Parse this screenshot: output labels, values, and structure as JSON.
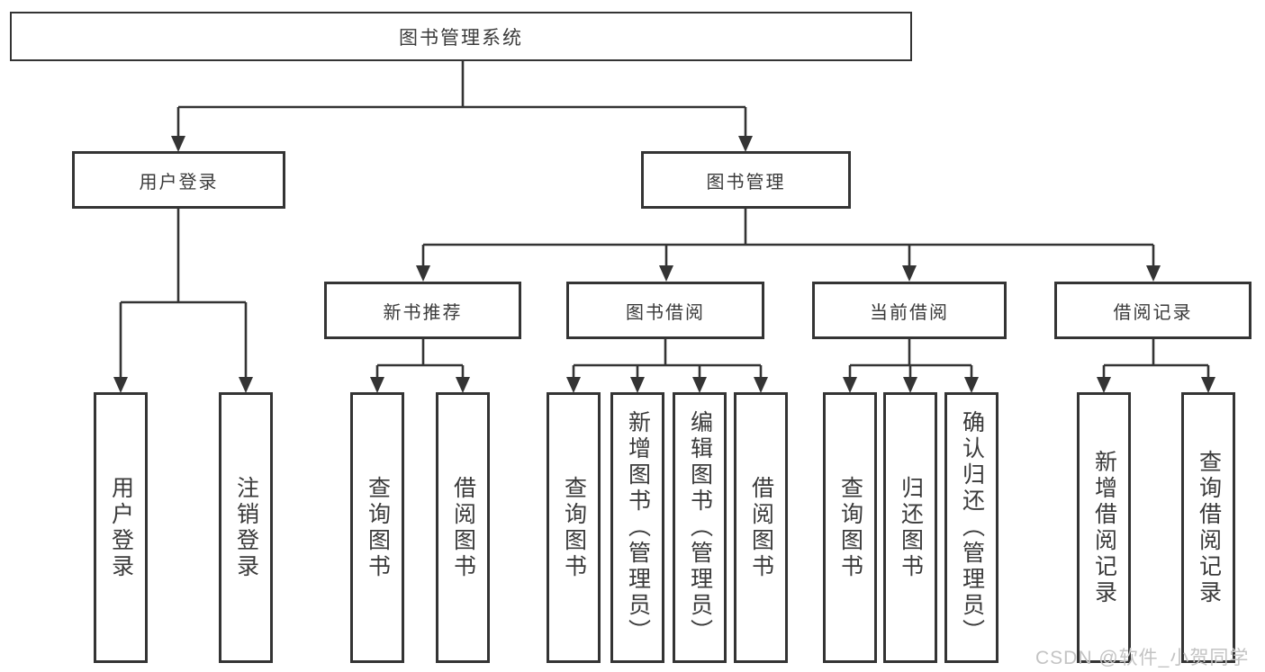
{
  "diagram": {
    "title": "图书管理系统",
    "nodes": {
      "root": "图书管理系统",
      "user_login": "用户登录",
      "book_management": "图书管理",
      "new_book_recommend": "新书推荐",
      "book_borrowing": "图书借阅",
      "current_borrowing": "当前借阅",
      "borrow_records": "借阅记录"
    },
    "leaves": {
      "user_login": "用户登录",
      "logout": "注销登录",
      "query_books_1": "查询图书",
      "borrow_books_1": "借阅图书",
      "query_books_2": "查询图书",
      "add_book_admin": "新增图书（管理员）",
      "edit_book_admin": "编辑图书（管理员）",
      "borrow_books_2": "借阅图书",
      "query_books_3": "查询图书",
      "return_books": "归还图书",
      "confirm_return_admin": "确认归还（管理员）",
      "add_borrow_record": "新增借阅记录",
      "query_borrow_record": "查询借阅记录"
    },
    "colors": {
      "line": "#343434",
      "text": "#3a3a3a",
      "background": "#ffffff",
      "watermark": "#c3c3c3"
    }
  },
  "watermark": {
    "text": "CSDN @软件_小贺同学"
  }
}
